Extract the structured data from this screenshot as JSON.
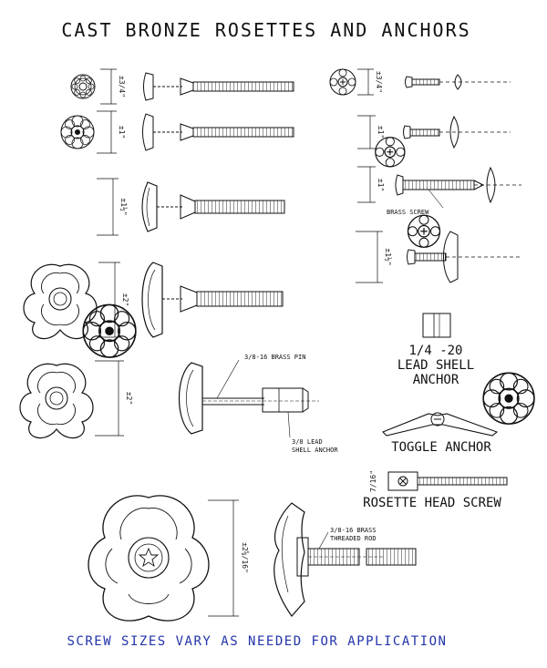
{
  "title": "CAST BRONZE ROSETTES AND ANCHORS",
  "footer": "SCREW SIZES VARY AS NEEDED FOR APPLICATION",
  "colors": {
    "ink": "#111111",
    "footer": "#2233aa"
  },
  "dimensions": {
    "d1": "±3/4\"",
    "d2": "±1\"",
    "d3": "±1½\"",
    "d4": "±2\"",
    "d5": "±2\"",
    "d6": "±3/4\"",
    "d7": "±1\"",
    "d8": "±1\"",
    "d9": "±1½\"",
    "d10": "±2⅝/16\"",
    "d11": "7/16\""
  },
  "labels": {
    "brass_screw": "BRASS SCREW",
    "brass_pin": "3/8-16 BRASS PIN",
    "lead_shell_small_1": "3/8 LEAD",
    "lead_shell_small_2": "SHELL ANCHOR",
    "lead_shell_big_1": "1/4  -20",
    "lead_shell_big_2": "LEAD SHELL",
    "lead_shell_big_3": "ANCHOR",
    "toggle_anchor": "TOGGLE ANCHOR",
    "rosette_head_screw": "ROSETTE HEAD SCREW",
    "threaded_rod_1": "3/8-16 BRASS",
    "threaded_rod_2": "THREADED ROD"
  }
}
